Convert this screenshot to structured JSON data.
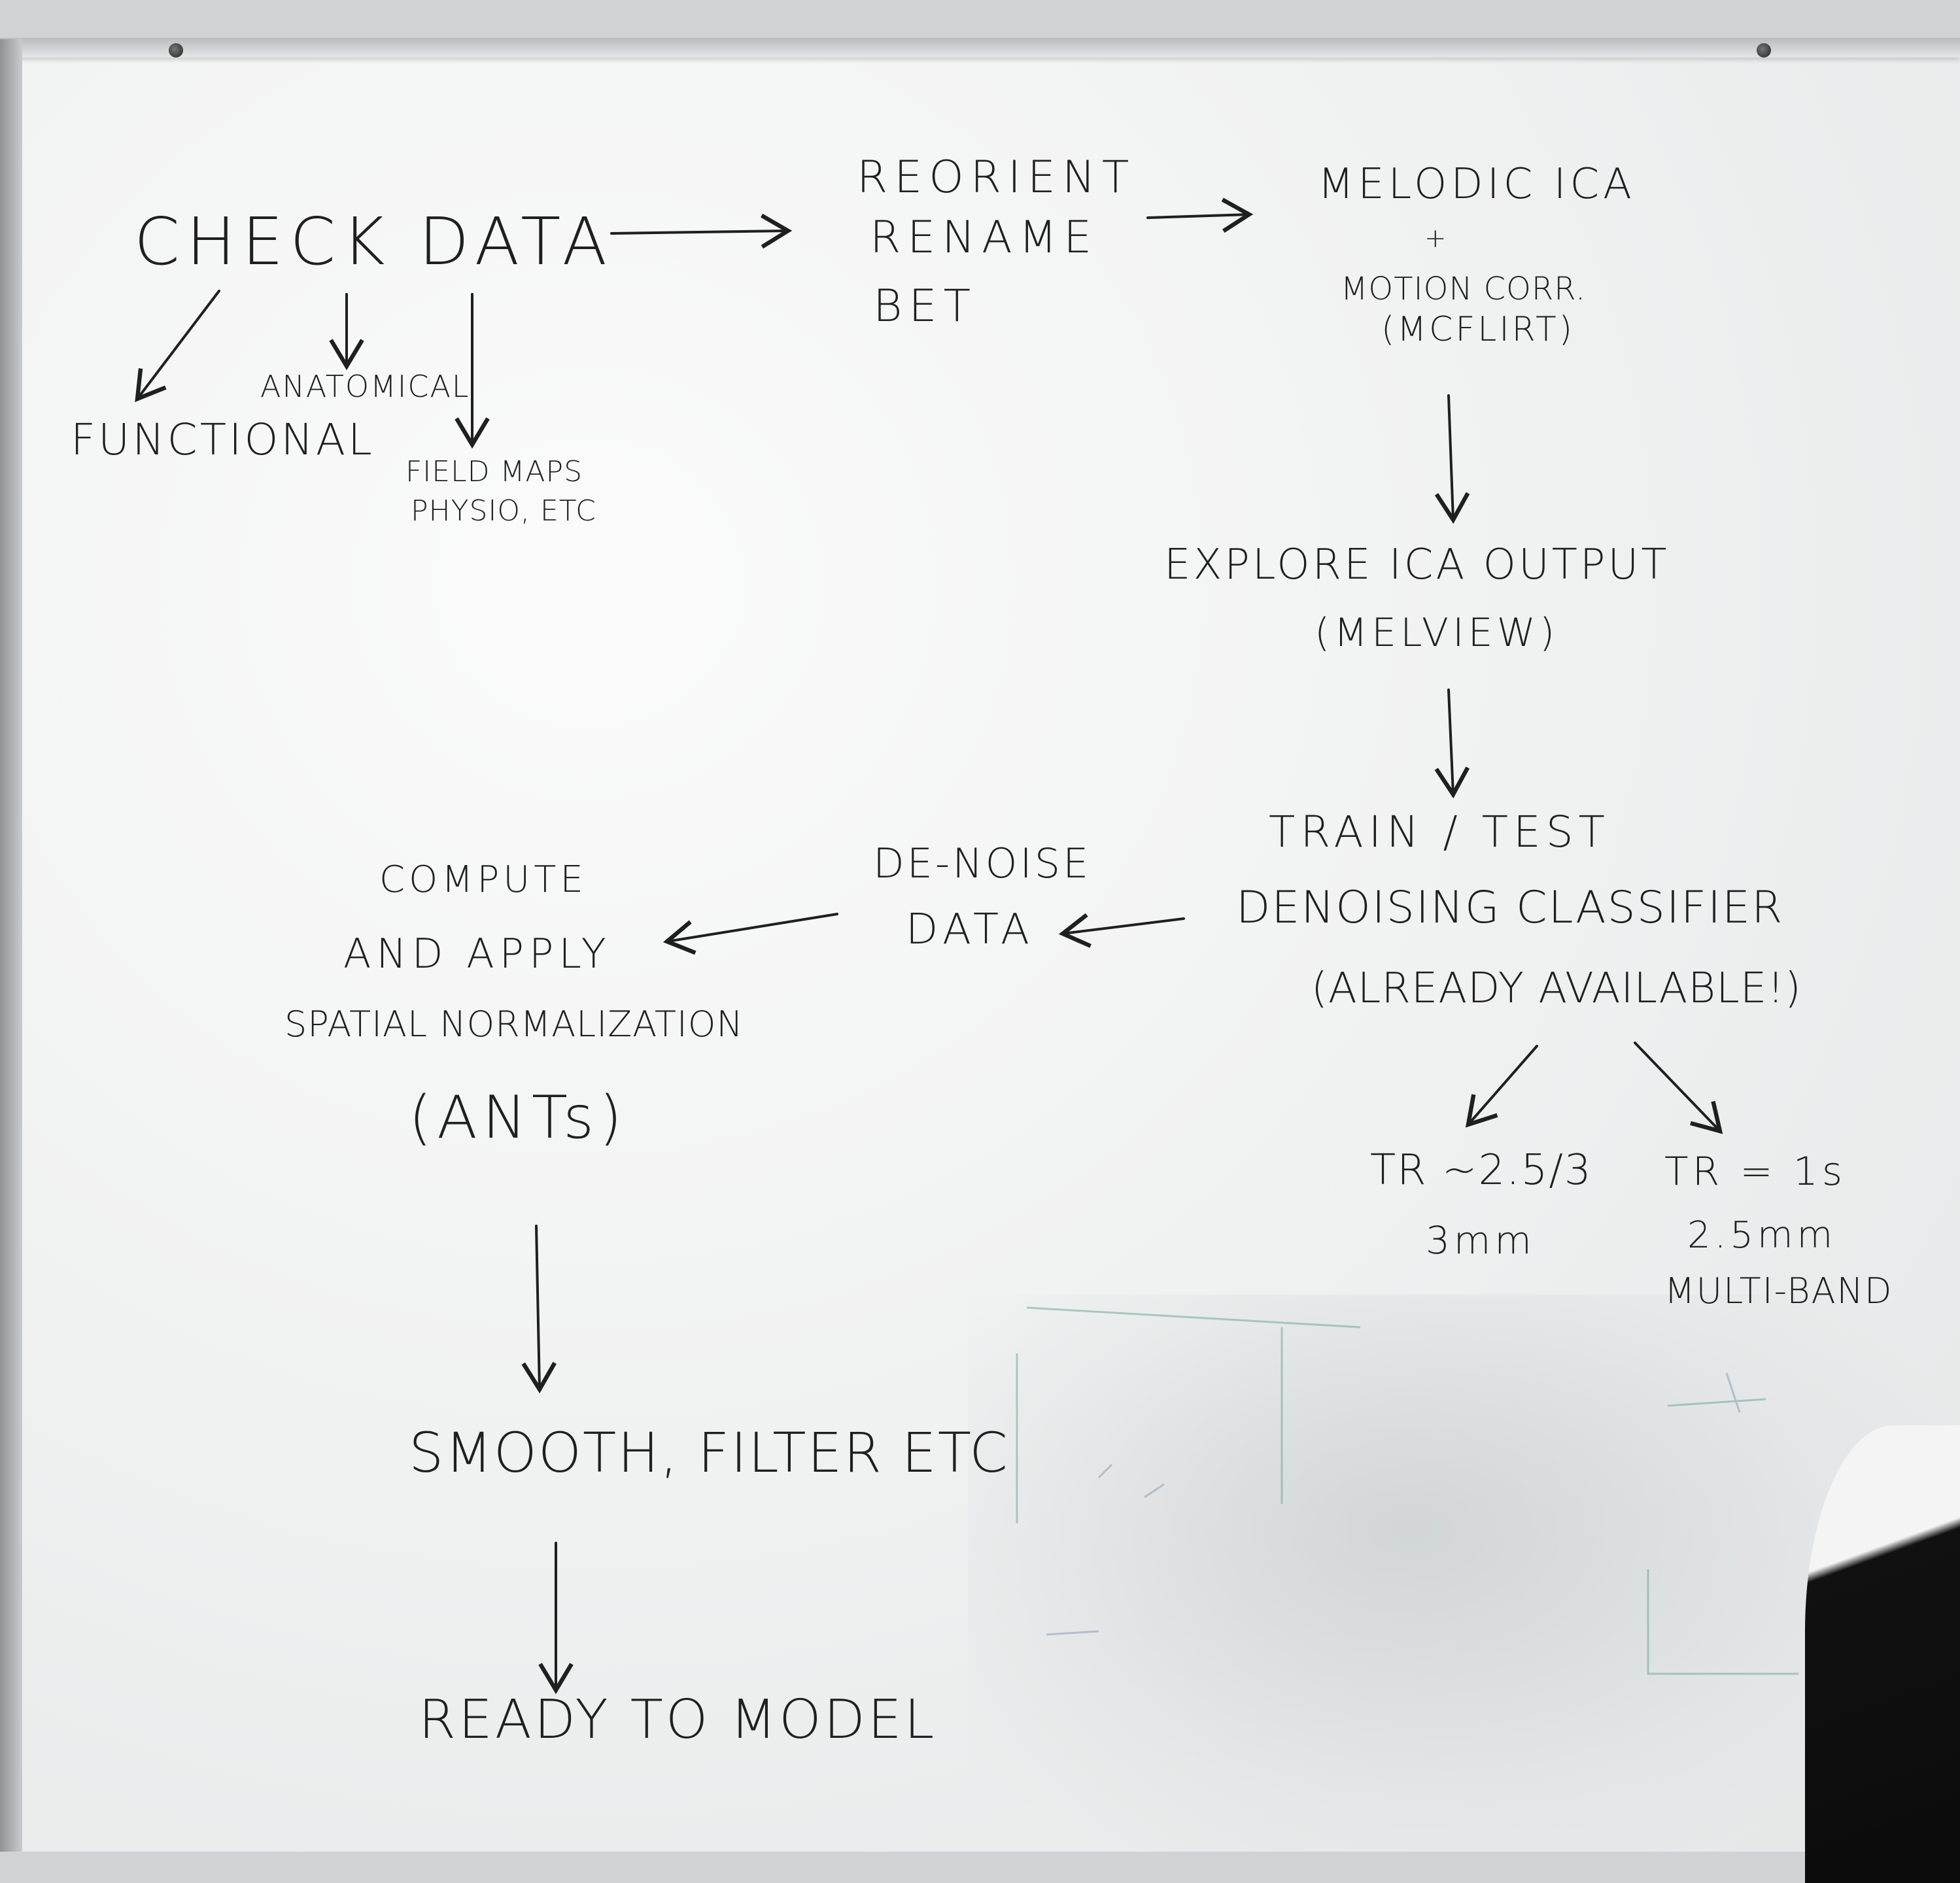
{
  "diagram": {
    "nodes": {
      "check_data": "CHECK DATA",
      "functional": "FUNCTIONAL",
      "anatomical": "ANATOMICAL",
      "field_maps": [
        "FIELD MAPS",
        "PHYSIO, ETC"
      ],
      "reorient": [
        "REORIENT",
        "RENAME",
        "BET"
      ],
      "melodic": [
        "MELODIC ICA",
        "+",
        "MOTION CORR.",
        "(MCFLIRT)"
      ],
      "explore": [
        "EXPLORE ICA OUTPUT",
        "(MELVIEW)"
      ],
      "train": [
        "TRAIN / TEST",
        "DENOISING CLASSIFIER",
        "(ALREADY AVAILABLE!)"
      ],
      "tr_a": [
        "TR ~2.5/3",
        "3mm"
      ],
      "tr_b": [
        "TR = 1s",
        "2.5mm",
        "MULTI-BAND"
      ],
      "denoise": [
        "DE-NOISE",
        "DATA"
      ],
      "compute": [
        "COMPUTE",
        "AND APPLY",
        "SPATIAL NORMALIZATION",
        "(ANTs)"
      ],
      "smooth": "SMOOTH, FILTER ETC",
      "ready": "READY TO MODEL"
    },
    "edges": [
      [
        "check_data",
        "functional"
      ],
      [
        "check_data",
        "anatomical"
      ],
      [
        "check_data",
        "field_maps"
      ],
      [
        "check_data",
        "reorient"
      ],
      [
        "reorient",
        "melodic"
      ],
      [
        "melodic",
        "explore"
      ],
      [
        "explore",
        "train"
      ],
      [
        "train",
        "tr_a"
      ],
      [
        "train",
        "tr_b"
      ],
      [
        "train",
        "denoise"
      ],
      [
        "denoise",
        "compute"
      ],
      [
        "compute",
        "smooth"
      ],
      [
        "smooth",
        "ready"
      ]
    ]
  },
  "colors": {
    "ink": "#1f1f1f",
    "faint_ink": "#6fa89c",
    "board": "#f1f2f2"
  }
}
